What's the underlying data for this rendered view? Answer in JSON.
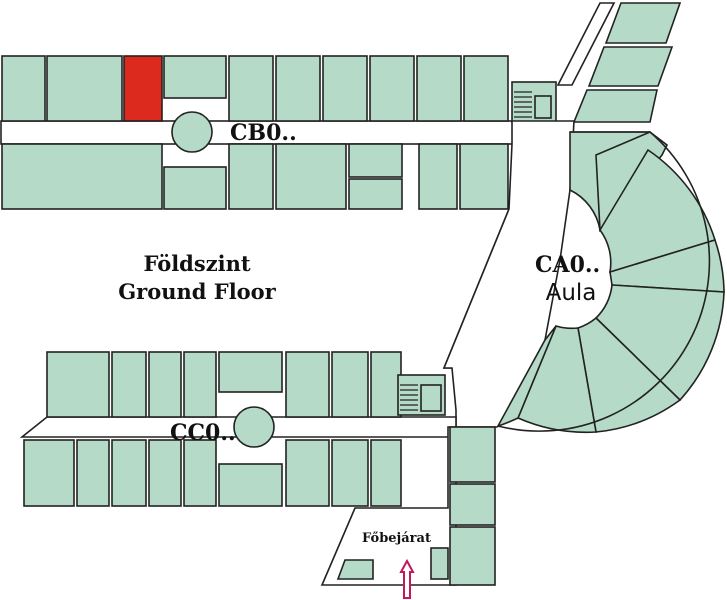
{
  "floor_title": {
    "hungarian": "Földszint",
    "english": "Ground Floor"
  },
  "wings": {
    "cb": "CB0..",
    "ca": "CA0..",
    "ca_name": "Aula",
    "cc": "CC0.."
  },
  "entrance": {
    "label": "Főbejárat",
    "arrow_icon": "entrance-arrow-icon",
    "arrow_color": "#c0185a"
  },
  "colors": {
    "room": "#b5dbc8",
    "highlighted_room": "#dd2a1e",
    "outline": "#222222"
  }
}
